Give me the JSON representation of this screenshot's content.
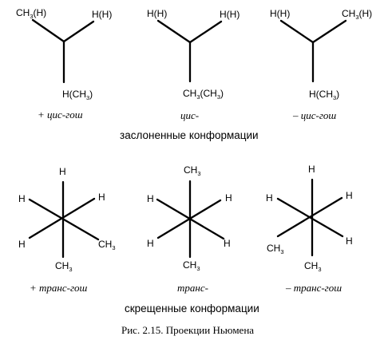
{
  "eclipsed": {
    "items": [
      {
        "left": {
          "main": "CH",
          "subscript": "3",
          "rest": "(H)"
        },
        "right": {
          "main": "H(H)"
        },
        "bottom": {
          "main": "H(CH",
          "subscript": "3",
          "rest": ")"
        },
        "label": "+ цис-гош"
      },
      {
        "left": {
          "main": "H(H)"
        },
        "right": {
          "main": "H(H)"
        },
        "bottom": {
          "main": "CH",
          "subscript": "3",
          "rest": "(CH",
          "subscript2": "3",
          "rest2": ")"
        },
        "label": "цис-"
      },
      {
        "left": {
          "main": "H(H)"
        },
        "right": {
          "main": "CH",
          "subscript": "3",
          "rest": "(H)"
        },
        "bottom": {
          "main": "H(CH",
          "subscript": "3",
          "rest": ")"
        },
        "label": "– цис-гош"
      }
    ],
    "caption": "заслоненные конформации"
  },
  "staggered": {
    "items": [
      {
        "top": "H",
        "front_ul": "H",
        "front_ur": "H",
        "back_ll": "H",
        "back_lr": {
          "main": "CH",
          "subscript": "3"
        },
        "bottom": {
          "main": "CH",
          "subscript": "3"
        },
        "label": "+ транс-гош"
      },
      {
        "top": {
          "main": "CH",
          "subscript": "3"
        },
        "front_ul": "H",
        "front_ur": "H",
        "back_ll": "H",
        "back_lr": "H",
        "bottom": {
          "main": "CH",
          "subscript": "3"
        },
        "label": "транс-"
      },
      {
        "top": "H",
        "front_ul": "H",
        "front_ur": "H",
        "back_ll": {
          "main": "CH",
          "subscript": "3"
        },
        "back_lr": "H",
        "bottom": {
          "main": "CH",
          "subscript": "3"
        },
        "label": "– транс-гош"
      }
    ],
    "caption": "скрещенные конформации"
  },
  "figure_caption": "Рис. 2.15. Проекции Ньюмена"
}
